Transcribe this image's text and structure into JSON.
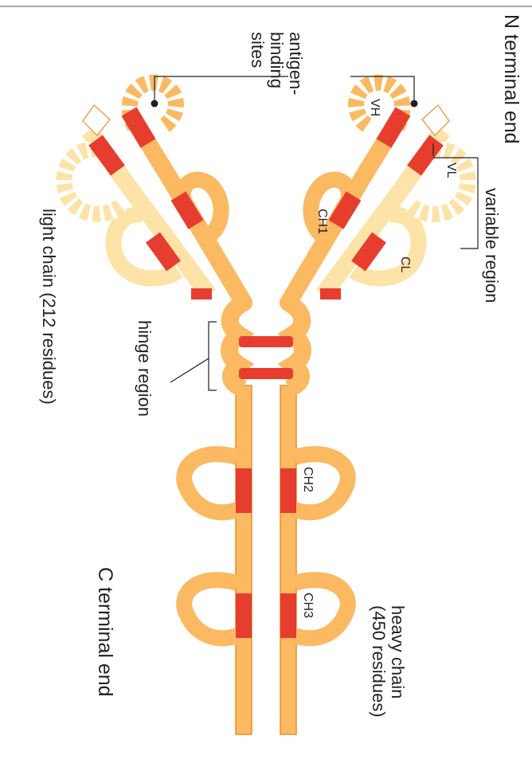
{
  "labels": {
    "n_terminal": "N terminal end",
    "variable_region": "variable region",
    "antigen_binding_1": "antigen-",
    "antigen_binding_2": "binding",
    "antigen_binding_3": "sites",
    "hinge_region": "hinge region",
    "light_chain": "light chain (212 residues)",
    "heavy_chain_1": "heavy chain",
    "heavy_chain_2": "(450 residues)",
    "c_terminal": "C terminal end"
  },
  "domains": {
    "vh": "VH",
    "vl": "VL",
    "ch1": "CH1",
    "cl": "CL",
    "ch2": "CH2",
    "ch3": "CH3"
  },
  "colors": {
    "heavy_chain": "#fbb962",
    "light_chain": "#fde3a7",
    "outline": "#e8902e",
    "disulfide": "#e73d2e",
    "text": "#231f20"
  }
}
